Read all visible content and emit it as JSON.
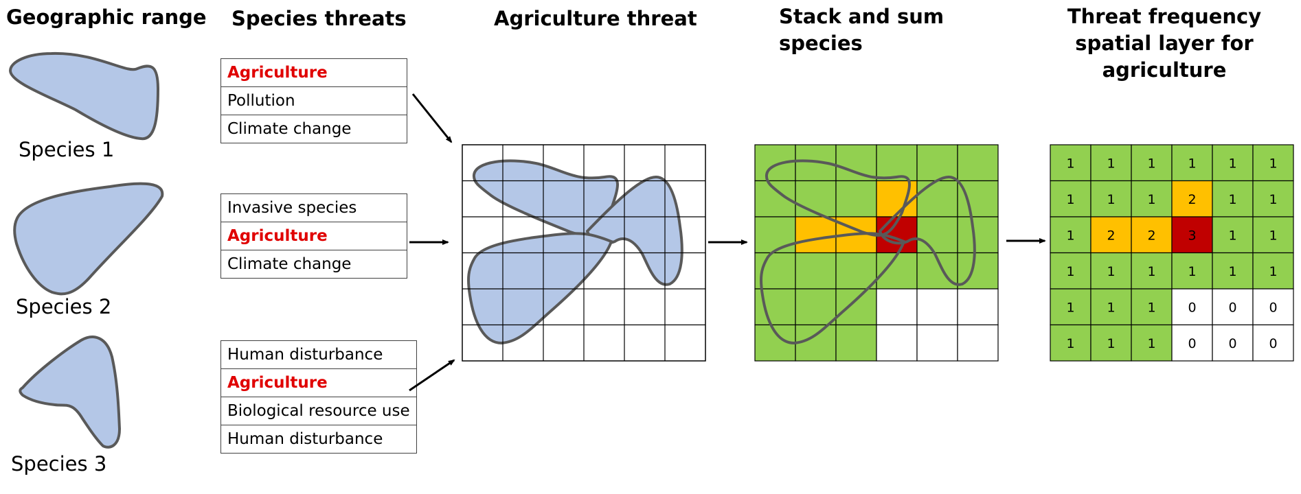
{
  "headings": {
    "geographic_range": "Geographic range",
    "species_threats": "Species threats",
    "agriculture_threat": "Agriculture threat",
    "stack_line1": "Stack and sum",
    "stack_line2": "species",
    "freq_line1": "Threat frequency",
    "freq_line2": "spatial layer for",
    "freq_line3": "agriculture"
  },
  "species": [
    {
      "label": "Species 1"
    },
    {
      "label": "Species 2"
    },
    {
      "label": "Species 3"
    }
  ],
  "threat_tables": [
    {
      "rows": [
        {
          "text": "Agriculture",
          "highlight": true
        },
        {
          "text": "Pollution",
          "highlight": false
        },
        {
          "text": "Climate change",
          "highlight": false
        }
      ]
    },
    {
      "rows": [
        {
          "text": "Invasive species",
          "highlight": false
        },
        {
          "text": "Agriculture",
          "highlight": true
        },
        {
          "text": "Climate change",
          "highlight": false
        }
      ]
    },
    {
      "rows": [
        {
          "text": "Human disturbance",
          "highlight": false
        },
        {
          "text": "Agriculture",
          "highlight": true
        },
        {
          "text": "Biological resource use",
          "highlight": false
        },
        {
          "text": "Human disturbance",
          "highlight": false
        }
      ]
    }
  ],
  "colors": {
    "range_fill": "#b4c7e7",
    "range_stroke": "#595959",
    "level_1": "#92d050",
    "level_2": "#ffc000",
    "level_3": "#c00000",
    "level_0": "#ffffff",
    "highlight_text": "#e00000"
  },
  "frequency_grid": [
    [
      1,
      1,
      1,
      1,
      1,
      1
    ],
    [
      1,
      1,
      1,
      2,
      1,
      1
    ],
    [
      1,
      2,
      2,
      3,
      1,
      1
    ],
    [
      1,
      1,
      1,
      1,
      1,
      1
    ],
    [
      1,
      1,
      1,
      0,
      0,
      0
    ],
    [
      1,
      1,
      1,
      0,
      0,
      0
    ]
  ]
}
